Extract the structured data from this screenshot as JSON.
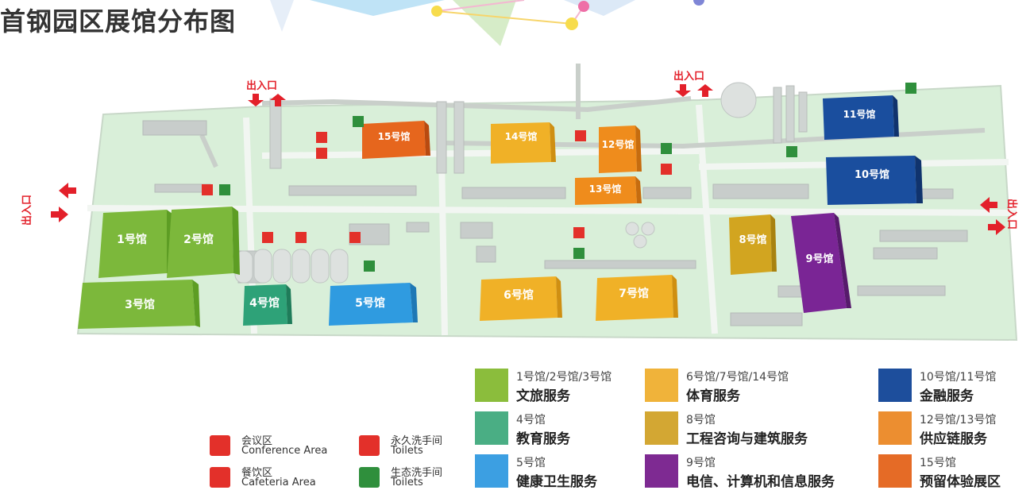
{
  "title": "首钢园区展馆分布图",
  "entrances": {
    "top_left": "出入口",
    "top_right": "出入口",
    "left": "出入口",
    "right": "出入口"
  },
  "halls": [
    {
      "id": "h1",
      "label": "1号馆",
      "color": "#7cb83b"
    },
    {
      "id": "h2",
      "label": "2号馆",
      "color": "#7cb83b"
    },
    {
      "id": "h3",
      "label": "3号馆",
      "color": "#7cb83b"
    },
    {
      "id": "h4",
      "label": "4号馆",
      "color": "#2ea278"
    },
    {
      "id": "h5",
      "label": "5号馆",
      "color": "#2f9be0"
    },
    {
      "id": "h6",
      "label": "6号馆",
      "color": "#f0b127"
    },
    {
      "id": "h7",
      "label": "7号馆",
      "color": "#f0b127"
    },
    {
      "id": "h8",
      "label": "8号馆",
      "color": "#d2a520"
    },
    {
      "id": "h9",
      "label": "9号馆",
      "color": "#7a2595"
    },
    {
      "id": "h10",
      "label": "10号馆",
      "color": "#1a4e9e"
    },
    {
      "id": "h11",
      "label": "11号馆",
      "color": "#1a4e9e"
    },
    {
      "id": "h12",
      "label": "12号馆",
      "color": "#ef8c1c"
    },
    {
      "id": "h13",
      "label": "13号馆",
      "color": "#ef8c1c"
    },
    {
      "id": "h14",
      "label": "14号馆",
      "color": "#f0b127"
    },
    {
      "id": "h15",
      "label": "15号馆",
      "color": "#e6661d"
    }
  ],
  "legend": [
    {
      "name": "1号馆/2号馆/3号馆",
      "desc": "文旅服务",
      "color": "#8bbd3c"
    },
    {
      "name": "4号馆",
      "desc": "教育服务",
      "color": "#4aae84"
    },
    {
      "name": "5号馆",
      "desc": "健康卫生服务",
      "color": "#3c9fe2"
    },
    {
      "name": "6号馆/7号馆/14号馆",
      "desc": "体育服务",
      "color": "#f0b33a"
    },
    {
      "name": "8号馆",
      "desc": "工程咨询与建筑服务",
      "color": "#d3a733"
    },
    {
      "name": "9号馆",
      "desc": "电信、计算机和信息服务",
      "color": "#7e2a92"
    },
    {
      "name": "10号馆/11号馆",
      "desc": "金融服务",
      "color": "#1d4e9c"
    },
    {
      "name": "12号馆/13号馆",
      "desc": "供应链服务",
      "color": "#ec8e30"
    },
    {
      "name": "15号馆",
      "desc": "预留体验展区",
      "color": "#e56b26"
    }
  ],
  "key": [
    {
      "zh": "会议区",
      "en": "Conference Area",
      "icon": "conference-icon",
      "color": "#e3302a"
    },
    {
      "zh": "餐饮区",
      "en": "Cafeteria Area",
      "icon": "cafeteria-icon",
      "color": "#e3302a"
    },
    {
      "zh": "永久洗手间",
      "en": "Toilets",
      "icon": "permanent-toilet-icon",
      "color": "#e3302a"
    },
    {
      "zh": "生态洗手间",
      "en": "Toilets",
      "icon": "eco-toilet-icon",
      "color": "#2f8f3c"
    }
  ]
}
